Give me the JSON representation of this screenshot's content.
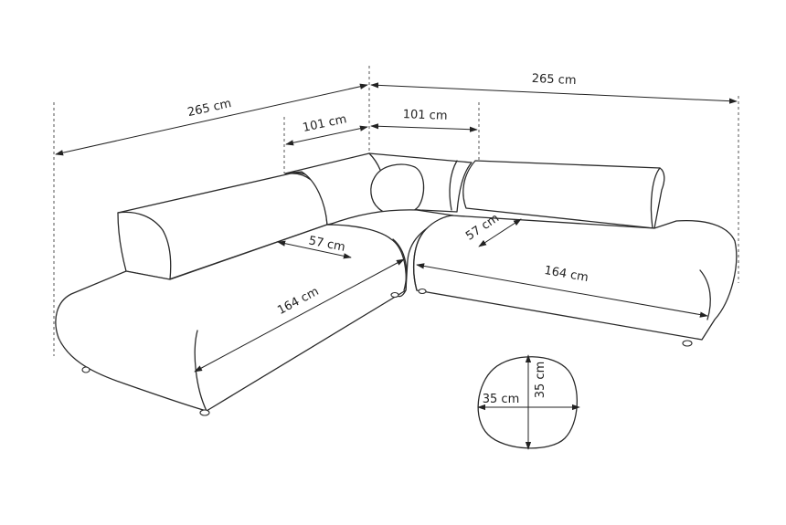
{
  "diagram": {
    "overall_width_left": "265 cm",
    "overall_width_right": "265 cm",
    "corner_width_left": "101 cm",
    "corner_width_right": "101 cm",
    "seat_depth_left": "57 cm",
    "seat_depth_right": "57 cm",
    "seat_length_left": "164 cm",
    "seat_length_right": "164 cm",
    "pillow_width": "35 cm",
    "pillow_height": "35 cm"
  },
  "colors": {
    "line": "#2a2a2a",
    "text": "#222222",
    "background": "#ffffff"
  }
}
